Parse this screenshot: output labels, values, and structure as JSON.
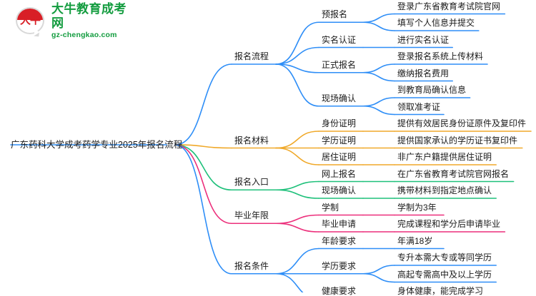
{
  "logo": {
    "mark_text": "大牛",
    "title": "大牛教育成考网",
    "subtitle": "gz-chengkao.com",
    "brand_green": "#139c3f",
    "brand_red": "#d81f26"
  },
  "mindmap": {
    "root": "广东药科大学成考药学专业2025年报名流程",
    "branches": [
      {
        "label": "报名流程",
        "color": "#2e8ef7",
        "children": [
          {
            "label": "预报名",
            "leaves": [
              "登录广东省教育考试院官网",
              "填写个人信息并提交"
            ]
          },
          {
            "label": "实名认证",
            "leaves": [
              "进行实名认证"
            ]
          },
          {
            "label": "正式报名",
            "leaves": [
              "登录报名系统上传材料",
              "缴纳报名费用"
            ]
          },
          {
            "label": "现场确认",
            "leaves": [
              "到教育局确认信息",
              "领取准考证"
            ]
          }
        ]
      },
      {
        "label": "报名材料",
        "color": "#f0a92a",
        "children": [
          {
            "label": "身份证明",
            "leaves": [
              "提供有效居民身份证原件及复印件"
            ]
          },
          {
            "label": "学历证明",
            "leaves": [
              "提供国家承认的学历证书复印件"
            ]
          },
          {
            "label": "居住证明",
            "leaves": [
              "非广东户籍提供居住证明"
            ]
          }
        ]
      },
      {
        "label": "报名入口",
        "color": "#1ec07a",
        "children": [
          {
            "label": "网上报名",
            "leaves": [
              "在广东省教育考试院官网报名"
            ]
          },
          {
            "label": "现场确认",
            "leaves": [
              "携带材料到指定地点确认"
            ]
          }
        ]
      },
      {
        "label": "毕业年限",
        "color": "#ec2f7b",
        "children": [
          {
            "label": "学制",
            "leaves": [
              "学制为3年"
            ]
          },
          {
            "label": "毕业申请",
            "leaves": [
              "完成课程和学分后申请毕业"
            ]
          }
        ]
      },
      {
        "label": "报名条件",
        "color": "#2e8ef7",
        "children": [
          {
            "label": "年龄要求",
            "leaves": [
              "年满18岁"
            ]
          },
          {
            "label": "学历要求",
            "leaves": [
              "专升本需大专或等同学历",
              "高起专需高中及以上学历"
            ]
          },
          {
            "label": "健康要求",
            "leaves": [
              "身体健康，能完成学习"
            ]
          }
        ]
      }
    ]
  }
}
